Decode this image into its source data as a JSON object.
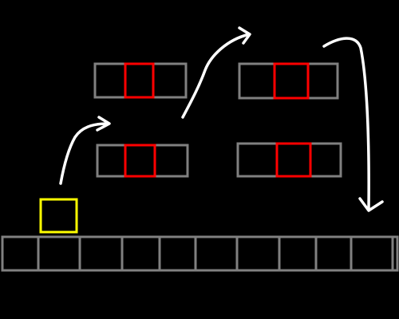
{
  "scene": {
    "background_color": "#000000",
    "block_color": "#808080",
    "hazard_color": "#ff0000",
    "player_color": "#ffff00",
    "path_color": "#ffffff",
    "floor_tile_count": 11,
    "platform_count": 4,
    "path_arrow_count": 3
  }
}
